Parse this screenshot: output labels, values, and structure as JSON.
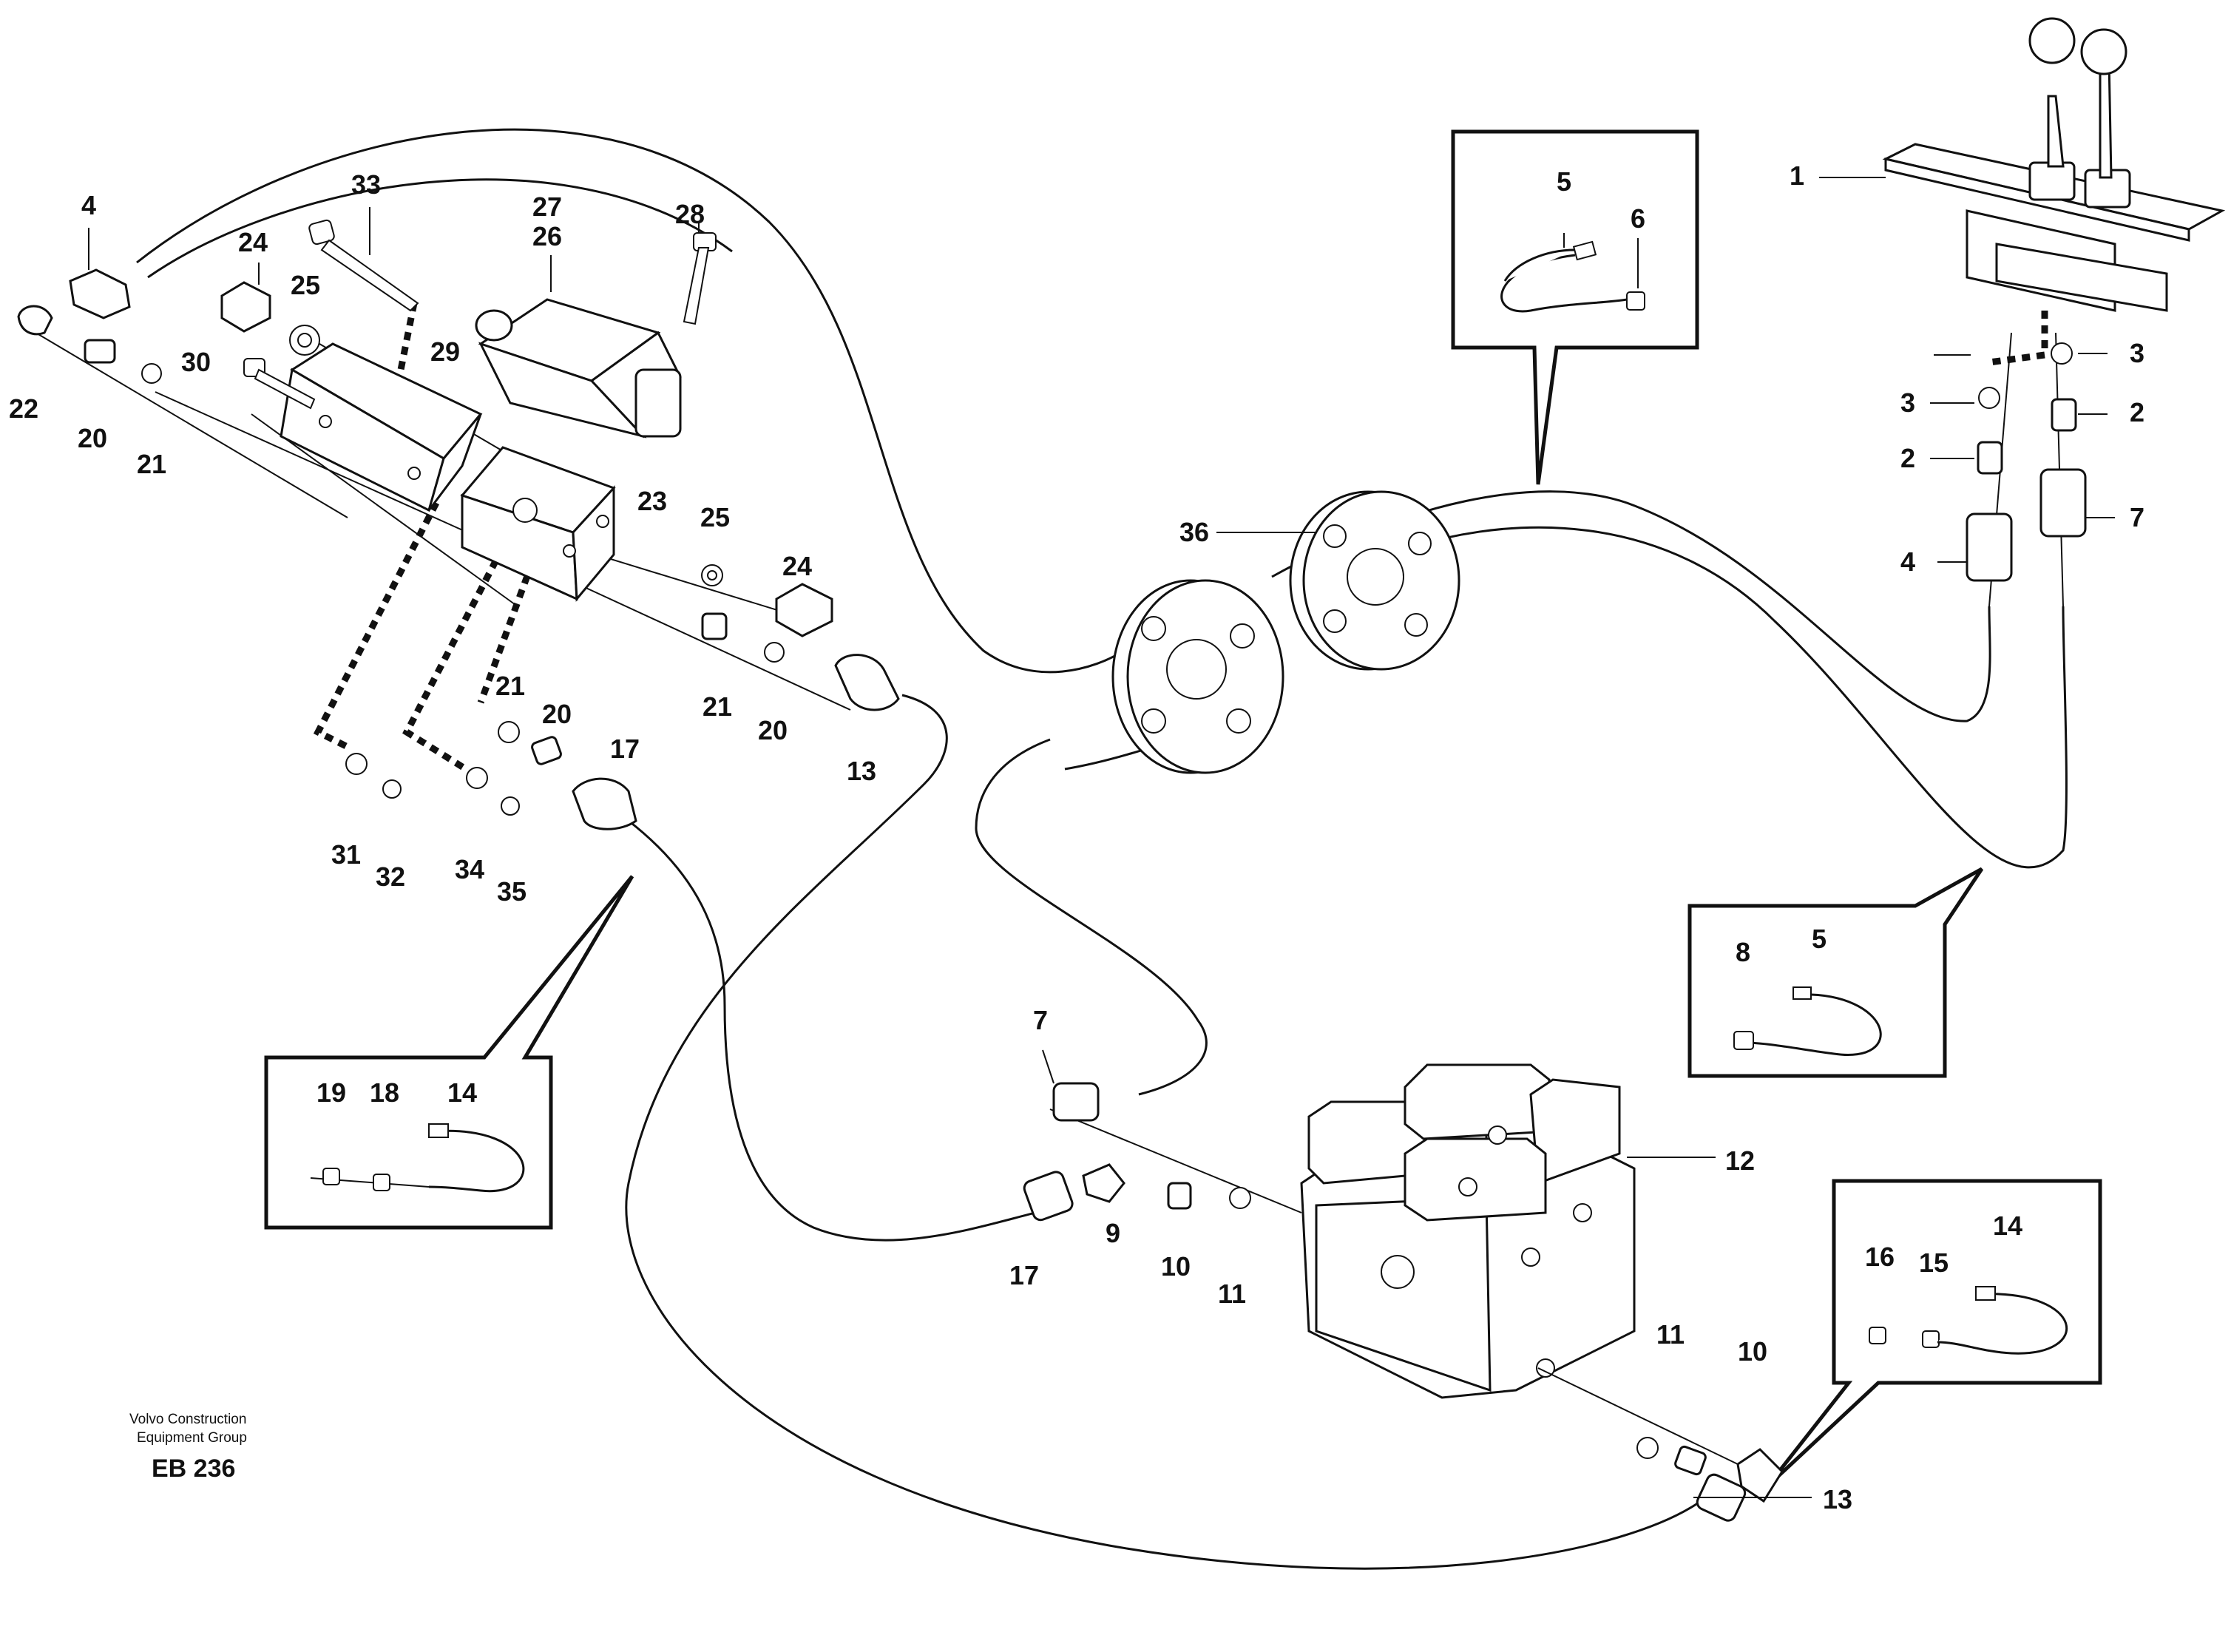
{
  "labels": [
    {
      "id": "l-1",
      "text": "1"
    },
    {
      "id": "l-2a",
      "text": "2"
    },
    {
      "id": "l-2b",
      "text": "2"
    },
    {
      "id": "l-3a",
      "text": "3"
    },
    {
      "id": "l-3b",
      "text": "3"
    },
    {
      "id": "l-4a",
      "text": "4"
    },
    {
      "id": "l-4b",
      "text": "4"
    },
    {
      "id": "l-5a",
      "text": "5"
    },
    {
      "id": "l-5b",
      "text": "5"
    },
    {
      "id": "l-6",
      "text": "6"
    },
    {
      "id": "l-7a",
      "text": "7"
    },
    {
      "id": "l-7b",
      "text": "7"
    },
    {
      "id": "l-8",
      "text": "8"
    },
    {
      "id": "l-9",
      "text": "9"
    },
    {
      "id": "l-10a",
      "text": "10"
    },
    {
      "id": "l-10b",
      "text": "10"
    },
    {
      "id": "l-11a",
      "text": "11"
    },
    {
      "id": "l-11b",
      "text": "11"
    },
    {
      "id": "l-12",
      "text": "12"
    },
    {
      "id": "l-13a",
      "text": "13"
    },
    {
      "id": "l-13b",
      "text": "13"
    },
    {
      "id": "l-14a",
      "text": "14"
    },
    {
      "id": "l-14b",
      "text": "14"
    },
    {
      "id": "l-15",
      "text": "15"
    },
    {
      "id": "l-16",
      "text": "16"
    },
    {
      "id": "l-17a",
      "text": "17"
    },
    {
      "id": "l-17b",
      "text": "17"
    },
    {
      "id": "l-18",
      "text": "18"
    },
    {
      "id": "l-19",
      "text": "19"
    },
    {
      "id": "l-20a",
      "text": "20"
    },
    {
      "id": "l-20b",
      "text": "20"
    },
    {
      "id": "l-20c",
      "text": "20"
    },
    {
      "id": "l-21a",
      "text": "21"
    },
    {
      "id": "l-21b",
      "text": "21"
    },
    {
      "id": "l-21c",
      "text": "21"
    },
    {
      "id": "l-22",
      "text": "22"
    },
    {
      "id": "l-23",
      "text": "23"
    },
    {
      "id": "l-24a",
      "text": "24"
    },
    {
      "id": "l-24b",
      "text": "24"
    },
    {
      "id": "l-25a",
      "text": "25"
    },
    {
      "id": "l-25b",
      "text": "25"
    },
    {
      "id": "l-26",
      "text": "26"
    },
    {
      "id": "l-27",
      "text": "27"
    },
    {
      "id": "l-28",
      "text": "28"
    },
    {
      "id": "l-29",
      "text": "29"
    },
    {
      "id": "l-30",
      "text": "30"
    },
    {
      "id": "l-31",
      "text": "31"
    },
    {
      "id": "l-32",
      "text": "32"
    },
    {
      "id": "l-33",
      "text": "33"
    },
    {
      "id": "l-34",
      "text": "34"
    },
    {
      "id": "l-35",
      "text": "35"
    },
    {
      "id": "l-36",
      "text": "36"
    }
  ],
  "credit": {
    "line1": "Volvo Construction",
    "line2": "Equipment Group",
    "code": "EB 236"
  }
}
